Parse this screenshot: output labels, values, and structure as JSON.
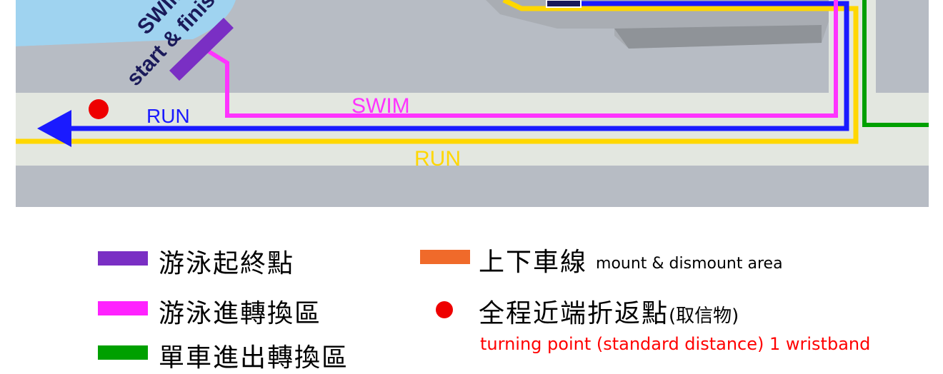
{
  "map": {
    "labels": {
      "swim_start_line1": "SWIM",
      "swim_start_line2": "start & finish",
      "run_blue": "RUN",
      "swim_magenta": "SWIM",
      "run_yellow": "RUN"
    },
    "colors": {
      "water": "#9fd3f0",
      "land": "#b7bcc4",
      "road": "#e3e7e0",
      "swim_start": "#7a2fc4",
      "swim_transition": "#ff33ff",
      "run_blue": "#1a1aff",
      "run_yellow": "#ffd700",
      "bike_green": "#00a000",
      "turning_point": "#ee0000"
    }
  },
  "legend": {
    "swim_start_finish": "游泳起終點",
    "swim_transition": "游泳進轉換區",
    "bike_transition": "單車進出轉換區",
    "mount_zh": "上下車線",
    "mount_en": "mount & dismount area",
    "turning_zh": "全程近端折返點",
    "turning_paren": "(取信物)",
    "turning_en": "turning point (standard distance) 1 wristband",
    "colors": {
      "swim_start": "#7a2fc4",
      "swim_transition": "#ff22ff",
      "bike": "#00a000",
      "mount": "#f06a2a",
      "turning": "#ee0000"
    }
  }
}
